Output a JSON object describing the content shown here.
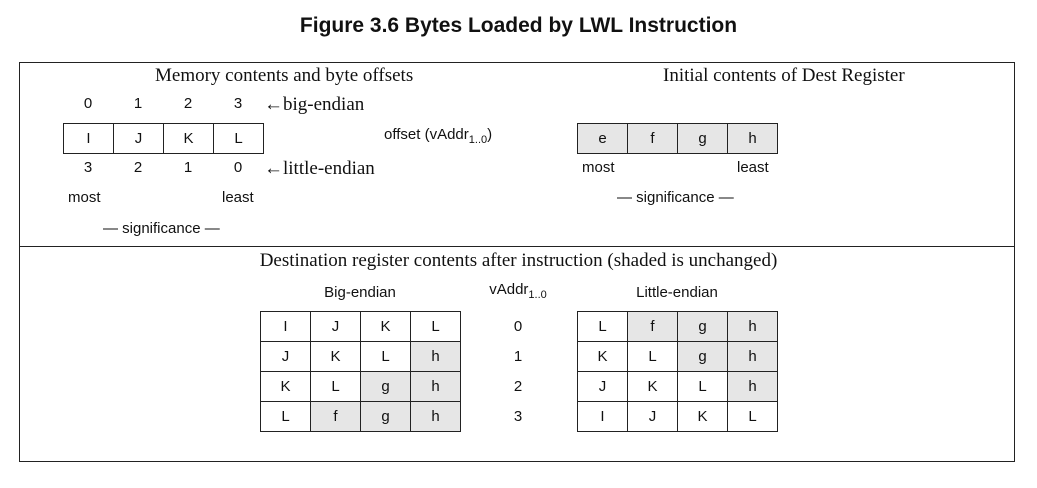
{
  "figure": {
    "title": "Figure 3.6  Bytes Loaded by LWL Instruction"
  },
  "memory": {
    "heading": "Memory contents and byte offsets",
    "big_endian_offsets": [
      "0",
      "1",
      "2",
      "3"
    ],
    "big_endian_label": "←big-endian",
    "bytes": [
      "I",
      "J",
      "K",
      "L"
    ],
    "little_endian_offsets": [
      "3",
      "2",
      "1",
      "0"
    ],
    "little_endian_label": "←little-endian",
    "most_label": "most",
    "least_label": "least",
    "significance_label": "— significance —",
    "offset_label": "offset (vAddr",
    "offset_subscript": "1..0",
    "offset_close": ")"
  },
  "dest_initial": {
    "heading": "Initial contents of Dest Register",
    "bytes": [
      "e",
      "f",
      "g",
      "h"
    ],
    "most_label": "most",
    "least_label": "least",
    "significance_label": "— significance —"
  },
  "result": {
    "heading": "Destination register contents after instruction (shaded is unchanged)",
    "big_endian_header": "Big-endian",
    "vaddr_header": "vAddr",
    "vaddr_subscript": "1..0",
    "little_endian_header": "Little-endian",
    "rows": [
      {
        "vaddr": "0",
        "big": [
          {
            "v": "I",
            "shaded": false
          },
          {
            "v": "J",
            "shaded": false
          },
          {
            "v": "K",
            "shaded": false
          },
          {
            "v": "L",
            "shaded": false
          }
        ],
        "little": [
          {
            "v": "L",
            "shaded": false
          },
          {
            "v": "f",
            "shaded": true
          },
          {
            "v": "g",
            "shaded": true
          },
          {
            "v": "h",
            "shaded": true
          }
        ]
      },
      {
        "vaddr": "1",
        "big": [
          {
            "v": "J",
            "shaded": false
          },
          {
            "v": "K",
            "shaded": false
          },
          {
            "v": "L",
            "shaded": false
          },
          {
            "v": "h",
            "shaded": true
          }
        ],
        "little": [
          {
            "v": "K",
            "shaded": false
          },
          {
            "v": "L",
            "shaded": false
          },
          {
            "v": "g",
            "shaded": true
          },
          {
            "v": "h",
            "shaded": true
          }
        ]
      },
      {
        "vaddr": "2",
        "big": [
          {
            "v": "K",
            "shaded": false
          },
          {
            "v": "L",
            "shaded": false
          },
          {
            "v": "g",
            "shaded": true
          },
          {
            "v": "h",
            "shaded": true
          }
        ],
        "little": [
          {
            "v": "J",
            "shaded": false
          },
          {
            "v": "K",
            "shaded": false
          },
          {
            "v": "L",
            "shaded": false
          },
          {
            "v": "h",
            "shaded": true
          }
        ]
      },
      {
        "vaddr": "3",
        "big": [
          {
            "v": "L",
            "shaded": false
          },
          {
            "v": "f",
            "shaded": true
          },
          {
            "v": "g",
            "shaded": true
          },
          {
            "v": "h",
            "shaded": true
          }
        ],
        "little": [
          {
            "v": "I",
            "shaded": false
          },
          {
            "v": "J",
            "shaded": false
          },
          {
            "v": "K",
            "shaded": false
          },
          {
            "v": "L",
            "shaded": false
          }
        ]
      }
    ]
  },
  "colors": {
    "shaded": "#e6e6e6",
    "border": "#222222"
  }
}
